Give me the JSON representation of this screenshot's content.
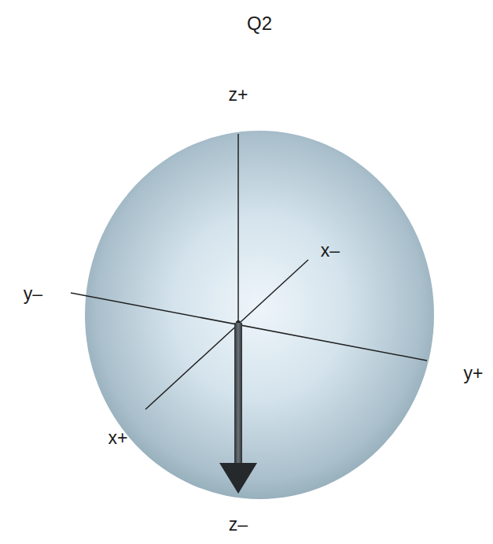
{
  "diagram": {
    "title": "Q2",
    "labels": [
      "z+",
      "x–",
      "y–",
      "y+",
      "x+",
      "z–"
    ]
  }
}
